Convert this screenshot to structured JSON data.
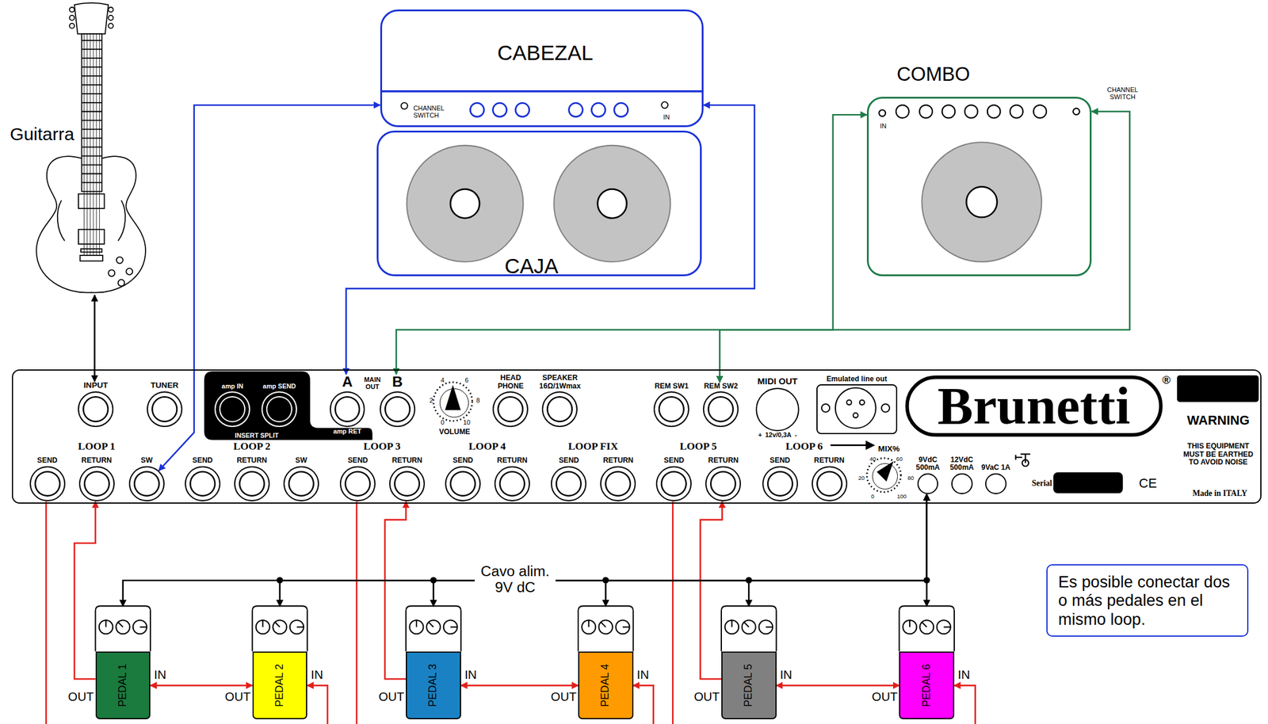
{
  "diagram": {
    "nodes": [
      {
        "text": [
          "Guitarra"
        ]
      },
      {
        "text": [
          "CABEZAL",
          "CHANNEL SWITCH",
          "IN"
        ]
      },
      {
        "text": [
          "CAJA"
        ]
      },
      {
        "text": [
          "COMBO",
          "IN",
          "CHANNEL SWITCH"
        ]
      },
      {
        "text": [
          "MAIN OUT",
          "INSERT SPLIT",
          "LOOP 1",
          "LOOP 2",
          "LOOP 3",
          "LOOP 4",
          "LOOP FIX",
          "LOOP 5",
          "LOOP 6",
          "Brunetti",
          "®",
          "WARNING",
          "THIS EQUIPMENT MUST BE EARTHED TO AVOID NOISE",
          "Serial",
          "CE",
          "Made in ITALY"
        ]
      },
      {
        "text": [
          "INPUT"
        ],
        "in": 4
      },
      {
        "text": [
          "TUNER"
        ],
        "in": 4
      },
      {
        "text": [
          "amp IN"
        ],
        "in": 4
      },
      {
        "text": [
          "amp SEND"
        ],
        "in": 4
      },
      {
        "text": [
          "A",
          "amp RET"
        ],
        "in": 4
      },
      {
        "text": [
          "B"
        ],
        "in": 4
      },
      {
        "text": [
          "VOLUME",
          "0",
          "2",
          "4",
          "6",
          "8",
          "10"
        ],
        "in": 4
      },
      {
        "text": [
          "HEAD PHONE"
        ],
        "in": 4
      },
      {
        "text": [
          "SPEAKER 16Ω/1Wmax"
        ],
        "in": 4
      },
      {
        "text": [
          "REM SW1"
        ],
        "in": 4
      },
      {
        "text": [
          "REM SW2"
        ],
        "in": 4
      },
      {
        "text": [
          "MIDI OUT",
          "+",
          "12v/0,3A",
          "-"
        ],
        "in": 4
      },
      {
        "text": [
          "Emulated line out"
        ],
        "in": 4
      },
      {
        "text": [
          "SEND"
        ],
        "in": 4
      },
      {
        "text": [
          "RETURN"
        ],
        "in": 4
      },
      {
        "text": [
          "SW"
        ],
        "in": 4
      },
      {
        "text": [
          "SEND"
        ],
        "in": 4
      },
      {
        "text": [
          "RETURN"
        ],
        "in": 4
      },
      {
        "text": [
          "SW"
        ],
        "in": 4
      },
      {
        "text": [
          "SEND"
        ],
        "in": 4
      },
      {
        "text": [
          "RETURN"
        ],
        "in": 4
      },
      {
        "text": [
          "SEND"
        ],
        "in": 4
      },
      {
        "text": [
          "RETURN"
        ],
        "in": 4
      },
      {
        "text": [
          "SEND"
        ],
        "in": 4
      },
      {
        "text": [
          "RETURN"
        ],
        "in": 4
      },
      {
        "text": [
          "SEND"
        ],
        "in": 4
      },
      {
        "text": [
          "RETURN"
        ],
        "in": 4
      },
      {
        "text": [
          "SEND"
        ],
        "in": 4
      },
      {
        "text": [
          "RETURN"
        ],
        "in": 4
      },
      {
        "text": [
          "MIX%",
          "0",
          "20",
          "40",
          "60",
          "80",
          "100"
        ],
        "in": 4
      },
      {
        "text": [
          "9VdC 500mA"
        ],
        "in": 4
      },
      {
        "text": [
          "12VdC 500mA"
        ],
        "in": 4
      },
      {
        "text": [
          "9VaC 1A"
        ],
        "in": 4
      },
      {
        "text": [
          "PEDAL 1",
          "IN",
          "OUT"
        ]
      },
      {
        "text": [
          "PEDAL 2",
          "IN",
          "OUT"
        ]
      },
      {
        "text": [
          "PEDAL 3",
          "IN",
          "OUT"
        ]
      },
      {
        "text": [
          "PEDAL 4",
          "IN",
          "OUT"
        ]
      },
      {
        "text": [
          "PEDAL 5",
          "IN",
          "OUT"
        ]
      },
      {
        "text": [
          "PEDAL 6",
          "IN",
          "OUT"
        ]
      },
      {
        "text": [
          "Es posible conectar dos o más pedales en el mismo loop."
        ]
      }
    ],
    "edges": [
      {
        "from": 0,
        "to": 5,
        "arrow": "both"
      },
      {
        "from": 1,
        "to": 20,
        "arrow": "both"
      },
      {
        "from": 1,
        "to": 9,
        "arrow": "both"
      },
      {
        "from": 3,
        "to": 10,
        "arrow": "both"
      },
      {
        "from": 3,
        "to": 15,
        "arrow": "both"
      },
      {
        "from": 18,
        "to": 39,
        "arrow": "to"
      },
      {
        "from": 39,
        "to": 38,
        "arrow": "both"
      },
      {
        "from": 38,
        "to": 19,
        "arrow": "to"
      },
      {
        "from": 24,
        "to": 41,
        "arrow": "to"
      },
      {
        "from": 41,
        "to": 40,
        "arrow": "both"
      },
      {
        "from": 40,
        "to": 25,
        "arrow": "to"
      },
      {
        "from": 30,
        "to": 43,
        "arrow": "to"
      },
      {
        "from": 43,
        "to": 42,
        "arrow": "both"
      },
      {
        "from": 42,
        "to": 31,
        "arrow": "to"
      },
      {
        "from": 35,
        "to": 38,
        "arrow": "both"
      },
      {
        "from": 35,
        "to": 39,
        "arrow": "both"
      },
      {
        "from": 35,
        "to": 40,
        "arrow": "both"
      },
      {
        "from": 35,
        "to": 41,
        "arrow": "both"
      },
      {
        "from": 35,
        "to": 42,
        "arrow": "both"
      },
      {
        "from": 35,
        "to": 43,
        "arrow": "both"
      }
    ],
    "labels": [
      "Cavo alim. 9V dC"
    ]
  }
}
